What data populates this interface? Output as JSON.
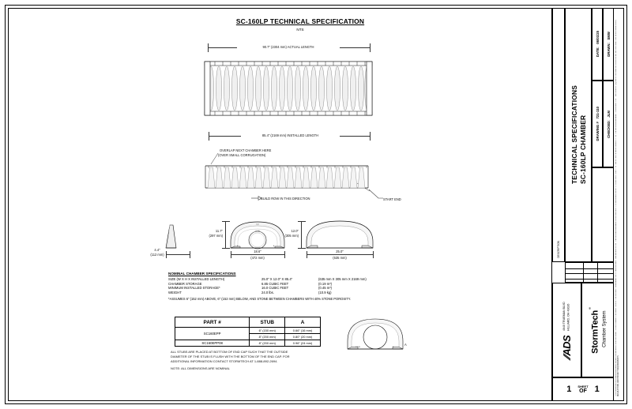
{
  "sheet": {
    "title": "SC-160LP TECHNICAL SPECIFICATION",
    "scale_note": "NTS"
  },
  "views": {
    "plan": {
      "dimension_label": "90.7\" (2304 mm) ACTUAL LENGTH"
    },
    "elevation": {
      "dimension_label": "85.4\" (2169 mm) INSTALLED LENGTH",
      "overlap_note_line1": "OVERLAP NEXT CHAMBER HERE",
      "overlap_note_line2": "(OVER SMALL CORRUGATION)",
      "build_direction_note": "BUILD ROW IN THIS DIRECTION",
      "start_end_label": "START END"
    },
    "end_cap_profile": {
      "width_in": "4.4\"",
      "width_mm": "(112 mm)"
    },
    "end_cap_section": {
      "height_in": "11.7\"",
      "height_mm": "(297 mm)",
      "width_in": "18.6\"",
      "width_mm": "(472 mm)"
    },
    "chamber_section": {
      "height_in": "12.0\"",
      "height_mm": "(305 mm)",
      "width_in": "25.0\"",
      "width_mm": "(635 mm)"
    }
  },
  "specifications": {
    "heading": "NOMINAL CHAMBER SPECIFICATIONS",
    "rows": [
      {
        "label": "SIZE (W X H X INSTALLED LENGTH)",
        "value": "25.0\" X 12.0\" X 85.4\"",
        "metric": "(635 mm X 305 mm X 2169 mm)"
      },
      {
        "label": "CHAMBER STORAGE",
        "value": "6.85 CUBIC FEET",
        "metric": "(0.19 m³)"
      },
      {
        "label": "MINIMUM INSTALLED STORAGE*",
        "value": "16.0 CUBIC FEET",
        "metric": "(0.45 m³)"
      },
      {
        "label": "WEIGHT",
        "value": "24.0 lbs.",
        "metric": "(10.9 kg)"
      }
    ],
    "footnote": "*ASSUMES 6\" (152 mm) ABOVE, 6\" (152 mm) BELOW, AND STONE BETWEEN CHAMBERS WITH 40% STONE POROSITY."
  },
  "part_table": {
    "headers": [
      "PART #",
      "STUB",
      "A"
    ],
    "rows": [
      {
        "part": "SC160EPP",
        "stub": "6\" (150 mm)",
        "a": "0.66\" (16 mm)",
        "rowspan": 2
      },
      {
        "part": "",
        "stub": "8\" (200 mm)",
        "a": "0.80\" (20 mm)"
      },
      {
        "part": "SC160EPP08",
        "stub": "8\" (200 mm)",
        "a": "0.96\" (24 mm)"
      }
    ]
  },
  "notes": {
    "stub_note": "ALL STUBS ARE PLACED AT BOTTOM OF END CAP SUCH THAT THE OUTSIDE\nDIAMETER OF THE STUB IS FLUSH WITH THE BOTTOM OF THE END CAP. FOR\nADDITIONAL INFORMATION CONTACT STORMTECH AT 1-888-892-2694.",
    "dimension_note": "NOTE: ALL DIMENSIONS ARE NOMINAL"
  },
  "title_block": {
    "drawing_title_line1": "TECHNICAL SPECIFICATIONS",
    "drawing_title_line2": "SC-160LP CHAMBER",
    "date_label": "DATE:",
    "date_value": "06/01/25",
    "drawing_label": "DRAWING #",
    "drawing_value": "721-110",
    "drawn_label": "DRAWN:",
    "drawn_value": "SMW",
    "checked_label": "CHECKED:",
    "checked_value": "JLM",
    "revision_label": "DESCRIPTION",
    "revision_cols": "DATE   DRWN  CHKD",
    "ads_logo": "ADS",
    "ads_address_line1": "4640 TRUEMAN BLVD",
    "ads_address_line2": "HILLIARD, OH 43026",
    "storm_logo": "StormTech",
    "storm_registered": "®",
    "storm_sub": "Chamber System",
    "sheet_number": "1",
    "sheet_label": "SHEET",
    "sheet_of": "OF",
    "sheet_total": "1",
    "legal_text": "THIS DRAWING HAS BEEN PREPARED BASED ON INFORMATION PROVIDED TO ADS UNDER THE DIRECTION OF THE PROJECT ENGINEER OR OTHER PROJECT REPRESENTATIVE. THE DESIGN ENGINEER SHALL REVIEW THIS DRAWING PRIOR TO CONSTRUCTION. IT IS THE ULTIMATE RESPONSIBILITY OF THE DESIGN ENGINEER TO ENSURE THAT THE PRODUCT(S) DEPICTED AND ALL ASSOCIATED DETAILS MEET ALL APPLICABLE LAWS, REGULATIONS, AND PROJECT REQUIREMENTS."
  },
  "colors": {
    "line": "#000000",
    "part_fill": "#f2f2f2",
    "shade": "#dcdcdc"
  }
}
